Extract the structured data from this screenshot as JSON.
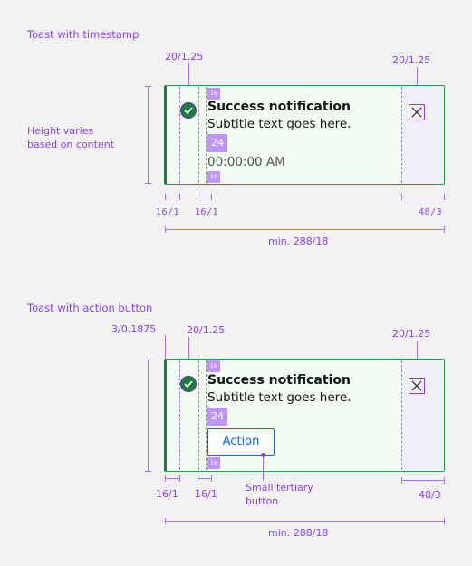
{
  "sections": {
    "timestamp_label": "Toast with timestamp",
    "action_label": "Toast with action button"
  },
  "toast": {
    "title": "Success notification",
    "subtitle": "Subtitle text goes here.",
    "timestamp": "00:00:00 AM",
    "action_button_label": "Action"
  },
  "annotations": {
    "icon_size": "20/1.25",
    "close_size": "20/1.25",
    "height_note": "Height varies\nbased on content",
    "left_padding_mono": "16/1",
    "text_padding_mono": "16/1",
    "close_width_mono": "48/3",
    "min_width": "min. 288/18",
    "left_padding": "16/1",
    "text_padding": "16/1",
    "close_width": "48/3",
    "border_width": "3/0.1875",
    "button_note": "Small tertiary\nbutton",
    "spacer_16": "16",
    "spacer_24": "24"
  },
  "colors": {
    "annotation": "#8a3ffc",
    "success": "#198038",
    "toast_bg": "#f2fbf4",
    "button": "#0f62fe"
  }
}
